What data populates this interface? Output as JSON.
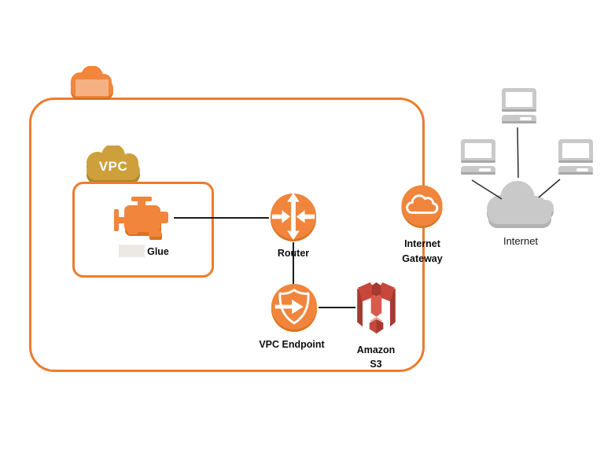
{
  "diagram": {
    "type": "aws-architecture",
    "colors": {
      "accent_orange": "#EC7C2D",
      "icon_orange": "#F0853B",
      "icon_orange_dark": "#D9731F",
      "vpc_gold": "#CDA03C",
      "vpc_gold_dark": "#AC852C",
      "s3_red_mid": "#C8473C",
      "s3_red_dark": "#A63A31",
      "s3_red_light": "#D85A4D",
      "s3_red_highlight": "#E9A99F",
      "internet_gray": "#C9C9C9",
      "line_black": "#1c1c1c"
    },
    "nodes": {
      "aws_cloud": {
        "icon": "aws-cloud-icon",
        "label": ""
      },
      "vpc_cloud": {
        "icon": "vpc-cloud-icon",
        "label": "VPC"
      },
      "glue": {
        "icon": "glue-engine-icon",
        "label": "Glue",
        "redacted_prefix": true
      },
      "router": {
        "icon": "router-icon",
        "label": "Router"
      },
      "vpc_endpoint": {
        "icon": "vpc-endpoint-shield-icon",
        "label": "VPC Endpoint"
      },
      "amazon_s3": {
        "icon": "s3-bucket-icon",
        "label_line1": "Amazon",
        "label_line2": "S3"
      },
      "internet_gateway": {
        "icon": "internet-gateway-icon",
        "label_line1": "Internet",
        "label_line2": "Gateway"
      },
      "internet": {
        "icon": "internet-cloud-icon",
        "label": "Internet"
      },
      "clients": {
        "icon": "computer-icon",
        "count": 3
      }
    },
    "connections": [
      {
        "from": "glue",
        "to": "router"
      },
      {
        "from": "router",
        "to": "vpc_endpoint"
      },
      {
        "from": "vpc_endpoint",
        "to": "amazon_s3"
      },
      {
        "from": "client_top",
        "to": "internet"
      },
      {
        "from": "client_left",
        "to": "internet"
      },
      {
        "from": "client_right",
        "to": "internet"
      }
    ]
  }
}
